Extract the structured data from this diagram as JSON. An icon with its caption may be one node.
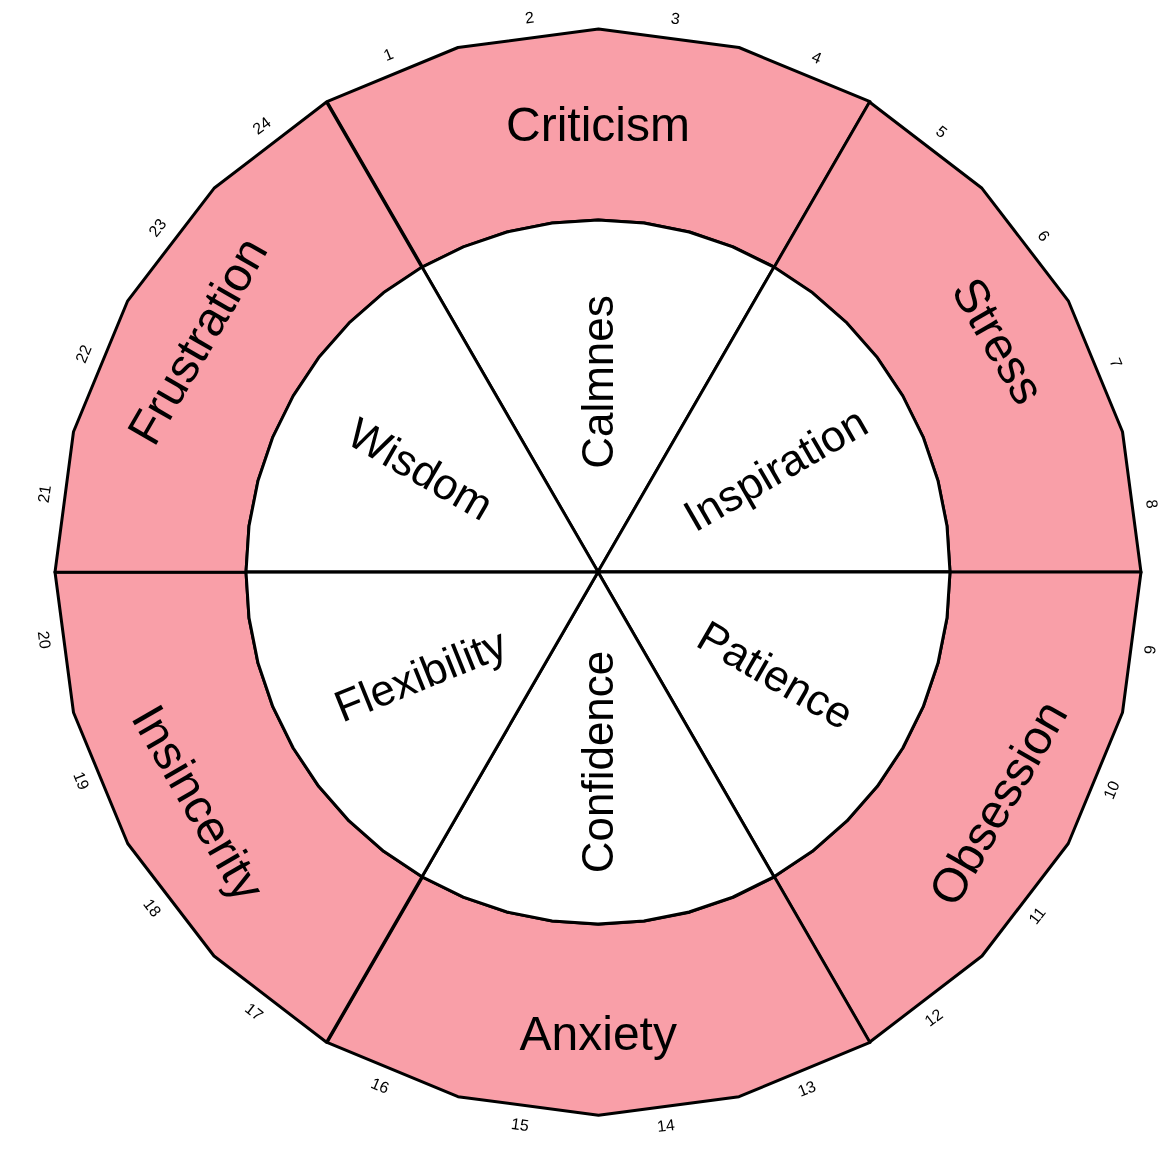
{
  "diagram": {
    "nodes": [
      {
        "text": [
          "Criticism"
        ]
      },
      {
        "text": [
          "Stress"
        ]
      },
      {
        "text": [
          "Obsession"
        ]
      },
      {
        "text": [
          "Anxiety"
        ]
      },
      {
        "text": [
          "Insincerity"
        ]
      },
      {
        "text": [
          "Frustration"
        ]
      },
      {
        "text": [
          "Calmnes"
        ]
      },
      {
        "text": [
          "Inspiration"
        ]
      },
      {
        "text": [
          "Patience"
        ]
      },
      {
        "text": [
          "Confidence"
        ]
      },
      {
        "text": [
          "Flexibility"
        ]
      },
      {
        "text": [
          "Wisdom"
        ]
      }
    ],
    "labels": [
      "1",
      "2",
      "3",
      "4",
      "5",
      "6",
      "7",
      "8",
      "9",
      "10",
      "11",
      "12",
      "13",
      "14",
      "15",
      "16",
      "17",
      "18",
      "19",
      "20",
      "21",
      "22",
      "23",
      "24"
    ]
  }
}
